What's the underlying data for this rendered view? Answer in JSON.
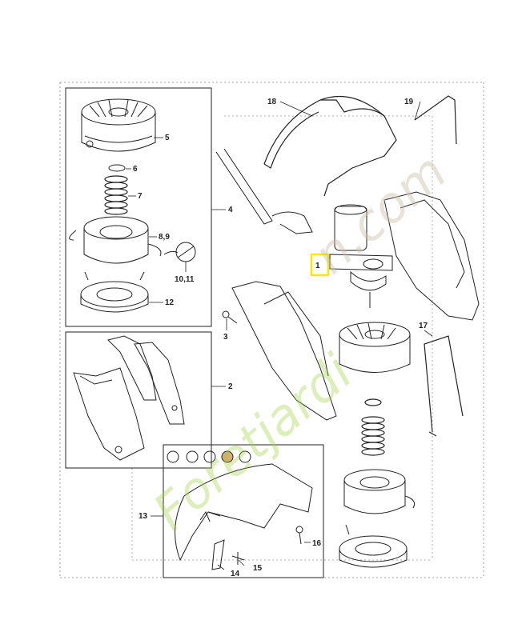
{
  "watermark": {
    "text": "Foretjardin.com",
    "left_part": "Foretjardi",
    "right_part": "n.com"
  },
  "highlight_color": "#ffe600",
  "line_color": "#222222",
  "callouts": {
    "p1": "1",
    "p2": "2",
    "p3": "3",
    "p4": "4",
    "p5": "5",
    "p6": "6",
    "p7": "7",
    "p8_9": "8,9",
    "p10_11": "10,11",
    "p12": "12",
    "p13": "13",
    "p14": "14",
    "p15": "15",
    "p16": "16",
    "p17": "17",
    "p18": "18",
    "p19": "19"
  }
}
